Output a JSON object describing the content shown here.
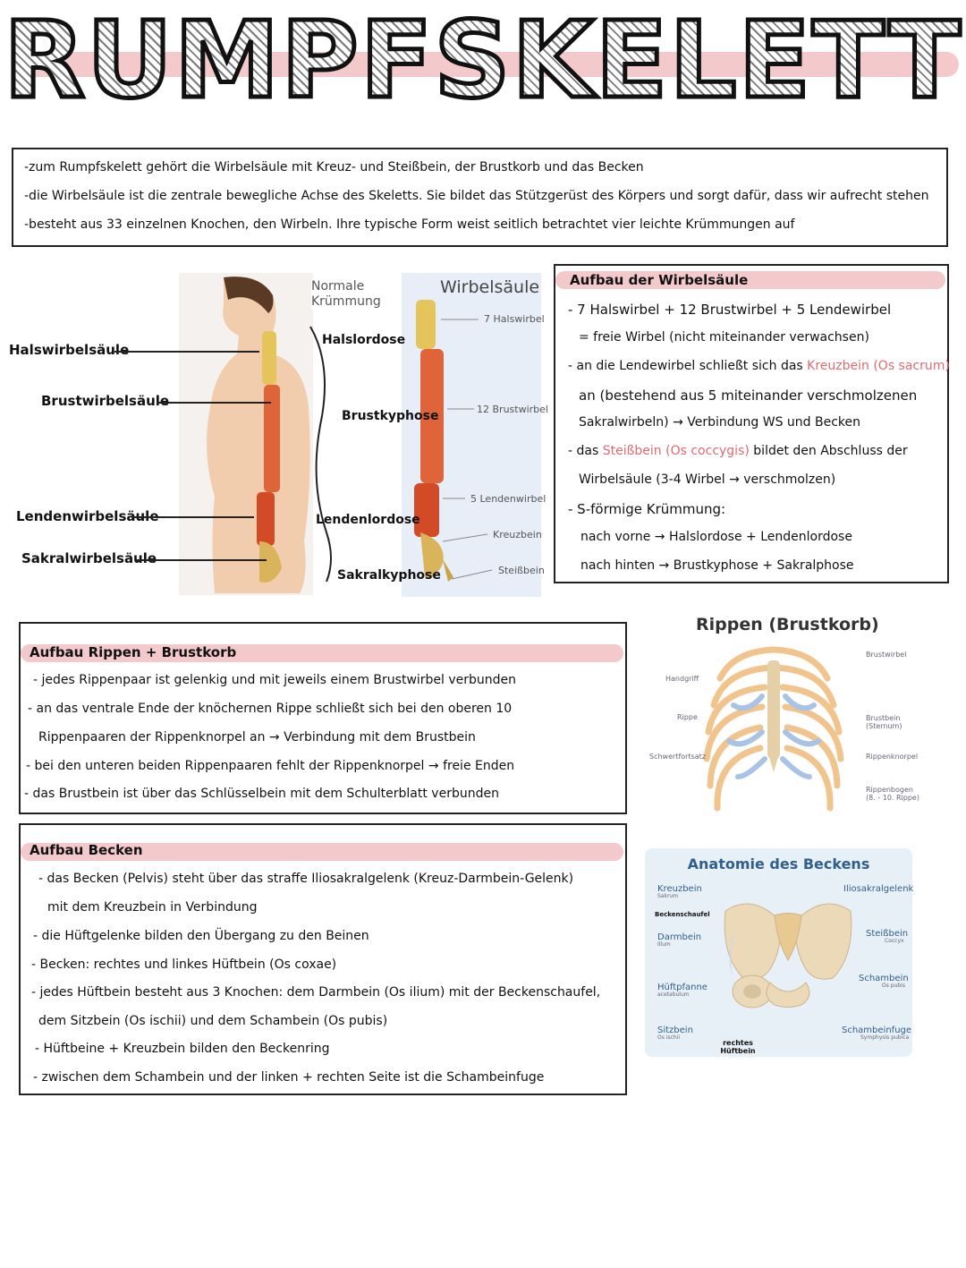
{
  "title": "RUMPFSKELETT",
  "intro": [
    "-zum Rumpfskelett gehört die Wirbelsäule mit Kreuz- und Steißbein, der Brustkorb und das Becken",
    "-die Wirbelsäule ist die zentrale bewegliche Achse des Skeletts. Sie bildet das Stützgerüst des Körpers und sorgt dafür, dass wir aufrecht stehen",
    "-besteht aus 33 einzelnen Knochen, den Wirbeln. Ihre typische Form weist seitlich betrachtet vier leichte Krümmungen auf"
  ],
  "spine_figure": {
    "left_labels": [
      "Halswirbelsäule",
      "Brustwirbelsäule",
      "Lendenwirbelsäule",
      "Sakralwirbelsäule"
    ],
    "curve_title": "Normale Krümmung",
    "curve_labels": [
      "Halslordose",
      "Brustkyphose",
      "Lendenlordose",
      "Sakralkyphose"
    ],
    "panel_title": "Wirbelsäule",
    "panel_labels": [
      "7 Halswirbel",
      "12 Brustwirbel",
      "5 Lendenwirbel",
      "Kreuzbein",
      "Steißbein"
    ]
  },
  "aufbau_ws": {
    "heading": "Aufbau der Wirbelsäule",
    "l1": "- 7 Halswirbel + 12 Brustwirbel + 5 Lendewirbel",
    "l2": "= freie Wirbel (nicht miteinander verwachsen)",
    "l3a": "- an die Lendewirbel schließt sich das ",
    "l3b": "Kreuzbein (Os sacrum)",
    "l4": "an (bestehend aus 5 miteinander verschmolzenen",
    "l5": "Sakralwirbeln) → Verbindung WS und Becken",
    "l6a": "- das ",
    "l6b": "Steißbein (Os coccygis)",
    "l6c": " bildet den Abschluss der",
    "l7": "Wirbelsäule (3-4 Wirbel → verschmolzen)",
    "l8": "- S-förmige Krümmung:",
    "l9": "nach vorne → Halslordose + Lendenlordose",
    "l10": "nach hinten → Brustkyphose + Sakralphose"
  },
  "rippen": {
    "heading": "Aufbau Rippen + Brustkorb",
    "lines": [
      "- jedes Rippenpaar ist gelenkig und mit jeweils einem Brustwirbel verbunden",
      "- an das ventrale Ende der knöchernen Rippe schließt sich bei den oberen 10",
      "Rippenpaaren der Rippenknorpel an → Verbindung mit dem Brustbein",
      "- bei den unteren beiden Rippenpaaren fehlt der Rippenknorpel → freie Enden",
      "- das Brustbein ist über das Schlüsselbein mit dem Schulterblatt verbunden"
    ]
  },
  "rib_figure": {
    "title": "Rippen (Brustkorb)",
    "labels": [
      "Brustwirbel",
      "Handgriff",
      "Rippe",
      "Brustbein",
      "(Sternum)",
      "Schwertfortsatz",
      "Rippenknorpel",
      "Rippenbogen",
      "(8. - 10. Rippe)"
    ]
  },
  "becken": {
    "heading": "Aufbau Becken",
    "lines": [
      "- das Becken (Pelvis) steht über das straffe Iliosakralgelenk (Kreuz-Darmbein-Gelenk)",
      "mit dem Kreuzbein in Verbindung",
      "- die Hüftgelenke bilden den Übergang zu den Beinen",
      "- Becken: rechtes und linkes Hüftbein (Os coxae)",
      "- jedes Hüftbein besteht aus 3 Knochen: dem Darmbein (Os ilium) mit der Beckenschaufel,",
      "dem Sitzbein (Os ischii) und dem Schambein (Os pubis)",
      "- Hüftbeine + Kreuzbein bilden den Beckenring",
      "- zwischen dem Schambein und der linken + rechten Seite ist die Schambeinfuge"
    ]
  },
  "pelvis_figure": {
    "title": "Anatomie des Beckens",
    "left": [
      {
        "name": "Kreuzbein",
        "sub": "Sakrum"
      },
      {
        "name": "Beckenschaufel",
        "sub": ""
      },
      {
        "name": "Darmbein",
        "sub": "Illum"
      },
      {
        "name": "Hüftpfanne",
        "sub": "acetabulum"
      },
      {
        "name": "Sitzbein",
        "sub": "Os ischii"
      }
    ],
    "right": [
      {
        "name": "Iliosakralgelenk",
        "sub": ""
      },
      {
        "name": "Steißbein",
        "sub": "Coccyx"
      },
      {
        "name": "Schambein",
        "sub": "Os pubis"
      },
      {
        "name": "Schambeinfuge",
        "sub": "Symphysis pubica"
      }
    ],
    "bottom": "rechtes Hüftbein"
  },
  "colors": {
    "highlight": "#f3c9cb",
    "red_text": "#e06a72",
    "bone": "#f2c48d",
    "vertebra": "#e0643a"
  }
}
